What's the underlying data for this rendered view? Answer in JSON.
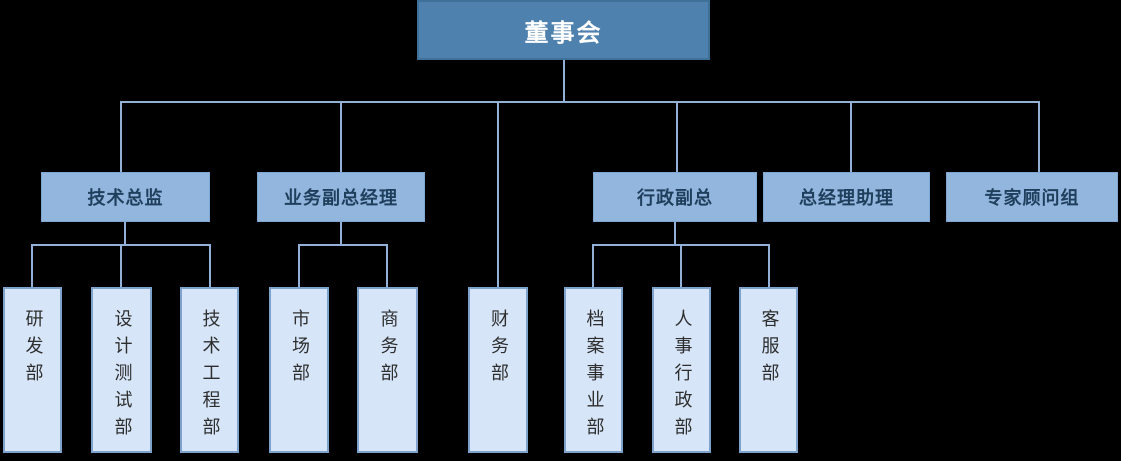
{
  "colors": {
    "canvas_bg": "#000000",
    "root_fill": "#4e81ad",
    "root_border": "#3f7097",
    "root_text": "#ffffff",
    "l2_fill": "#92b6de",
    "l2_border": "#7ea7d2",
    "l2_text": "#1f3f5c",
    "l3_fill": "#d6e5f8",
    "l3_border": "#7da2cc",
    "l3_text": "#2e2e2e",
    "line_color": "#93b1d6"
  },
  "org": {
    "root": {
      "id": "board",
      "label": "董事会"
    },
    "managers": [
      {
        "id": "tech-director",
        "label": "技术总监",
        "parent": "board"
      },
      {
        "id": "business-vp",
        "label": "业务副总经理",
        "parent": "board"
      },
      {
        "id": "admin-vp",
        "label": "行政副总",
        "parent": "board"
      },
      {
        "id": "gm-assistant",
        "label": "总经理助理",
        "parent": "board"
      },
      {
        "id": "expert-advisors",
        "label": "专家顾问组",
        "parent": "board"
      }
    ],
    "departments": [
      {
        "id": "rnd",
        "label": "研发部",
        "parent": "tech-director"
      },
      {
        "id": "design-test",
        "label": "设计测试部",
        "parent": "tech-director"
      },
      {
        "id": "tech-engineering",
        "label": "技术工程部",
        "parent": "tech-director"
      },
      {
        "id": "marketing",
        "label": "市场部",
        "parent": "business-vp"
      },
      {
        "id": "commerce",
        "label": "商务部",
        "parent": "business-vp"
      },
      {
        "id": "finance",
        "label": "财务部",
        "parent": "board"
      },
      {
        "id": "archives",
        "label": "档案事业部",
        "parent": "admin-vp"
      },
      {
        "id": "hr-admin",
        "label": "人事行政部",
        "parent": "admin-vp"
      },
      {
        "id": "customer-service",
        "label": "客服部",
        "parent": "admin-vp"
      }
    ]
  }
}
